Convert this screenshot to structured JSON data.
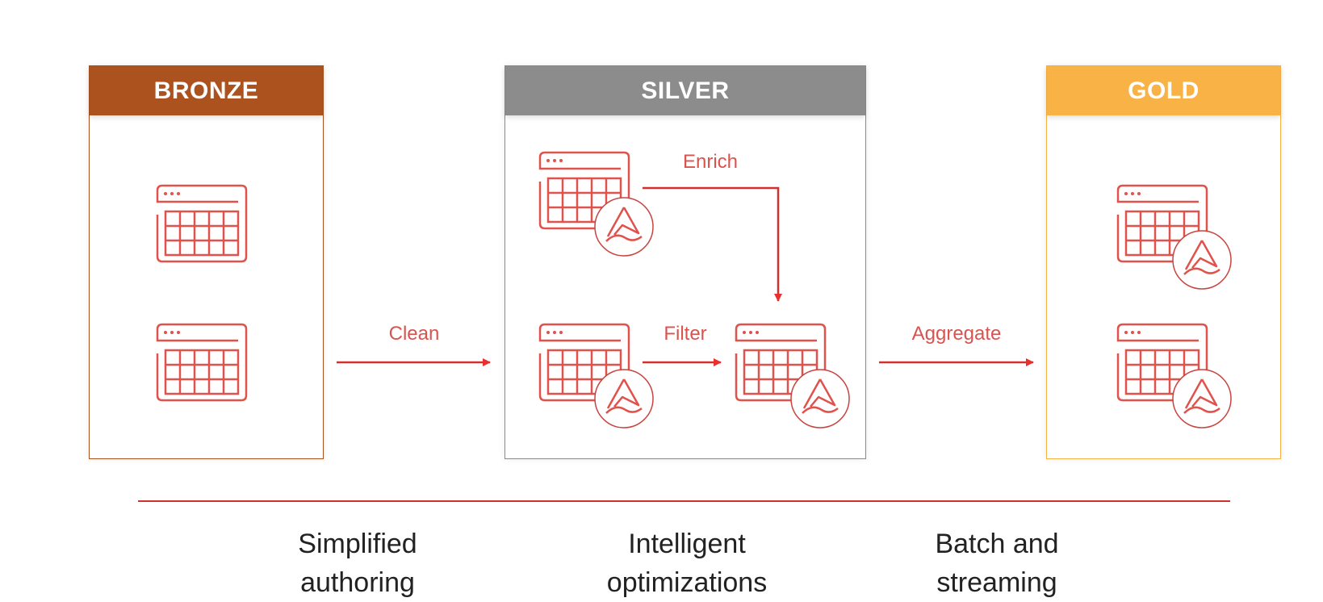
{
  "layers": {
    "bronze": {
      "title": "BRONZE",
      "color": "#ab521f"
    },
    "silver": {
      "title": "SILVER",
      "color": "#8c8c8c"
    },
    "gold": {
      "title": "GOLD",
      "color": "#f9b246"
    }
  },
  "arrows": {
    "clean": "Clean",
    "enrich": "Enrich",
    "filter": "Filter",
    "aggregate": "Aggregate"
  },
  "benefits": [
    {
      "line1": "Simplified",
      "line2": "authoring"
    },
    {
      "line1": "Intelligent",
      "line2": "optimizations"
    },
    {
      "line1": "Batch and",
      "line2": "streaming"
    }
  ],
  "colors": {
    "accent": "#e8312f",
    "icon": "#e0524c",
    "divider": "#d2302d"
  }
}
